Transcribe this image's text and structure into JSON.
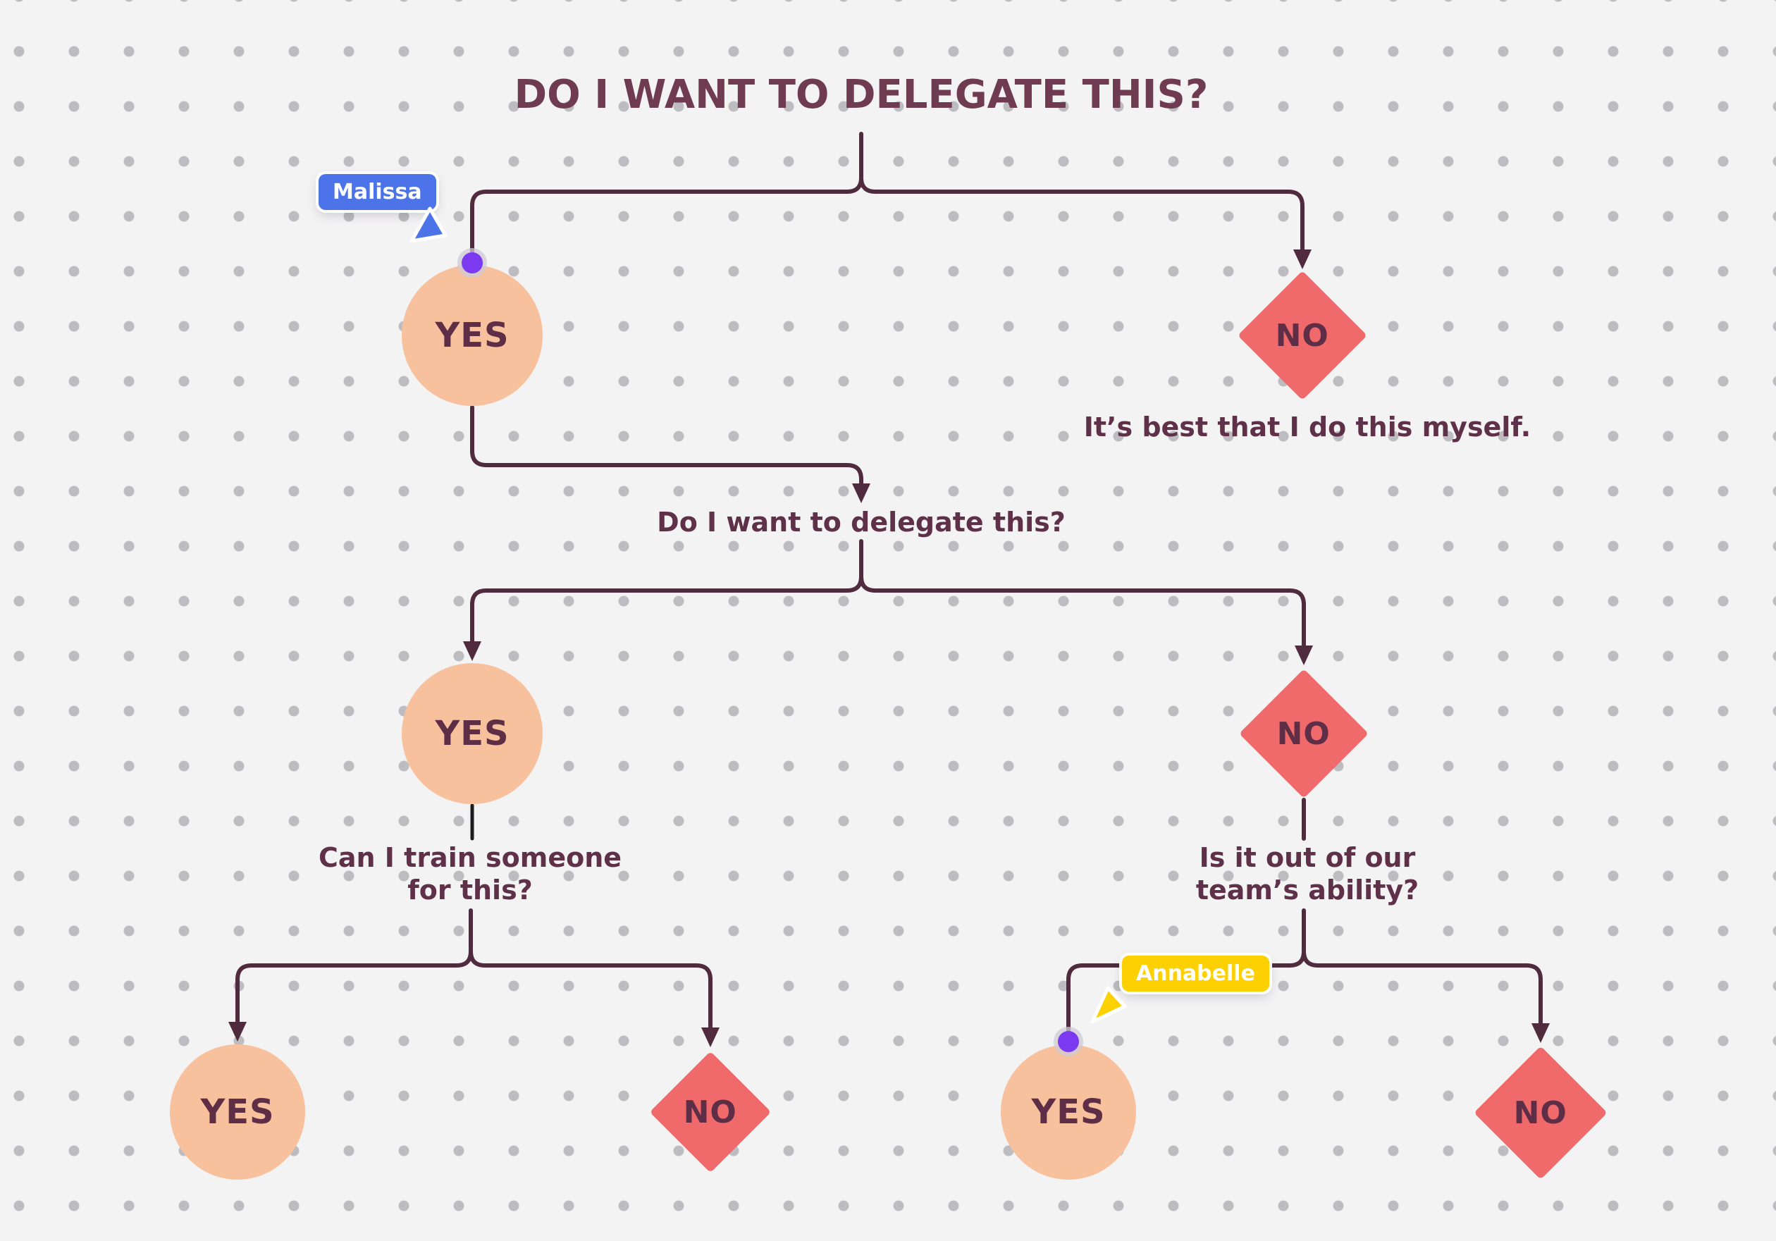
{
  "title": "DO I WANT TO DELEGATE THIS?",
  "nodes": [
    {
      "id": "yes-1",
      "shape": "circle",
      "label": "YES"
    },
    {
      "id": "no-1",
      "shape": "diamond",
      "label": "NO"
    },
    {
      "id": "yes-2",
      "shape": "circle",
      "label": "YES"
    },
    {
      "id": "no-2",
      "shape": "diamond",
      "label": "NO"
    },
    {
      "id": "yes-3",
      "shape": "circle",
      "label": "YES"
    },
    {
      "id": "no-3",
      "shape": "diamond",
      "label": "NO"
    },
    {
      "id": "yes-4",
      "shape": "circle",
      "label": "YES"
    },
    {
      "id": "no-4",
      "shape": "diamond",
      "label": "NO"
    }
  ],
  "texts": {
    "no1_note": "It’s best that I do this myself.",
    "question_2": "Do I want to delegate this?",
    "question_3_left": "Can I train someone\nfor this?",
    "question_3_right": "Is it out of our\nteam’s ability?"
  },
  "collaborators": [
    {
      "name": "Malissa",
      "color": "#4d73e8"
    },
    {
      "name": "Annabelle",
      "color": "#fdd001"
    }
  ],
  "colors": {
    "background": "#f4f3f4",
    "grid_dot": "#bdbcc0",
    "circle_fill": "#f8c19e",
    "diamond_fill": "#f0696b",
    "connector": "#4f2b3d",
    "connector_alt": "#1c1c1e",
    "node_text": "#5d2e46",
    "question_text": "#5e3149",
    "title_text": "#6e3b51",
    "connection_handle": "#7c3af0"
  }
}
